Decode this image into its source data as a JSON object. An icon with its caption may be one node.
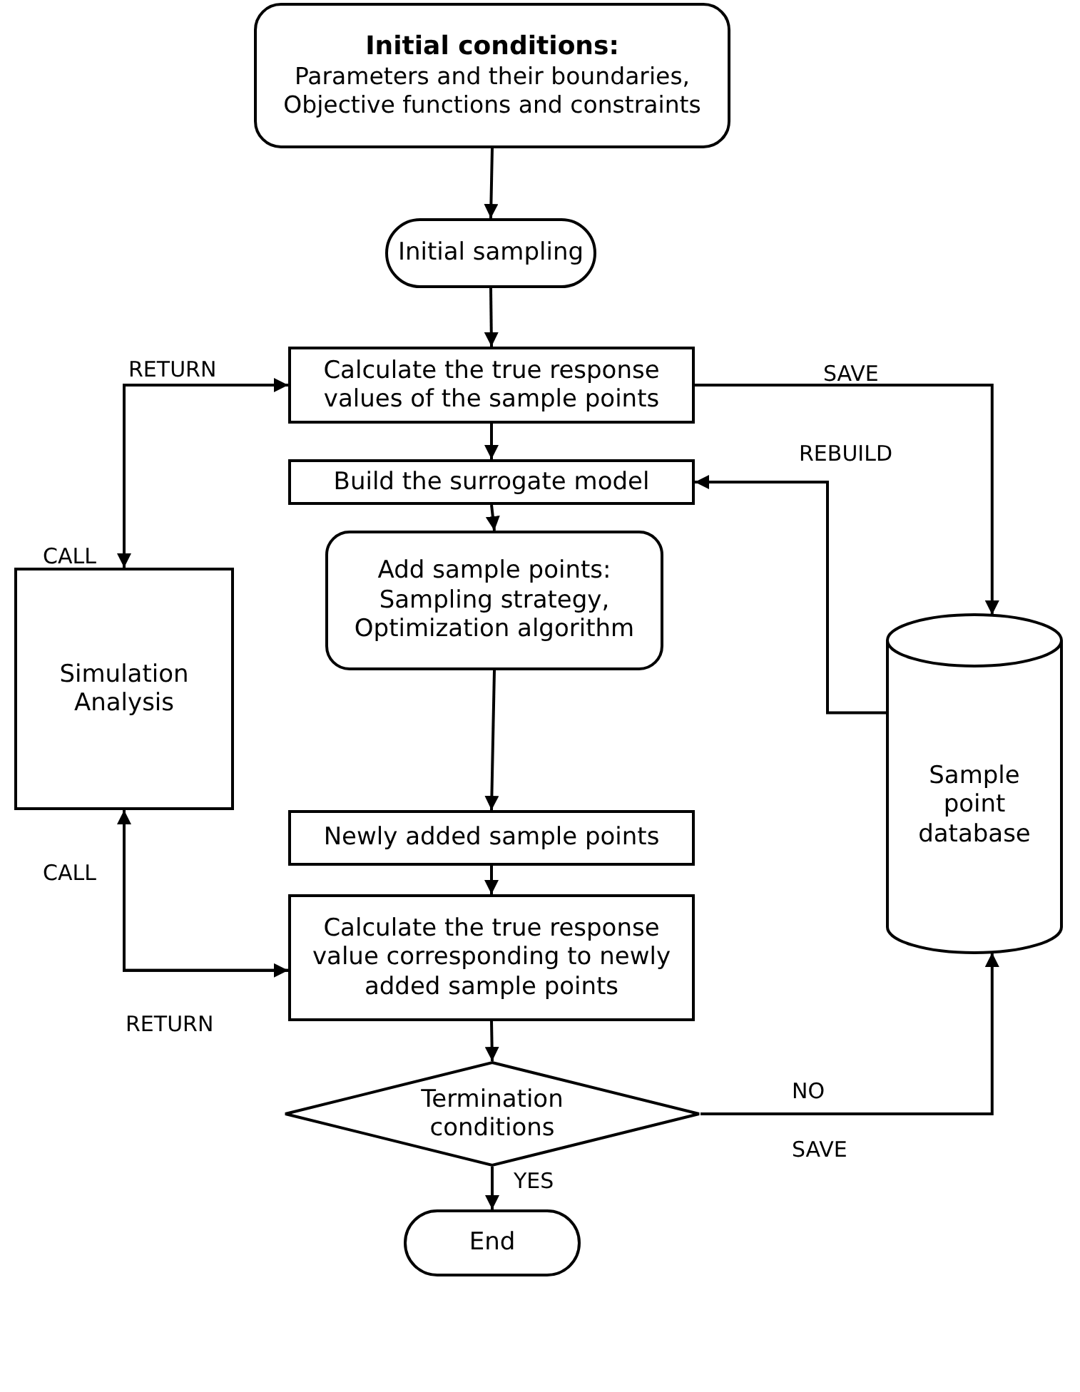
{
  "diagram": {
    "nodes": [
      {
        "text": [
          "Initial conditions:",
          "Parameters and their boundaries, Objective functions and constraints"
        ]
      },
      {
        "text": [
          "Initial sampling"
        ]
      },
      {
        "text": [
          "Calculate the true response values of the sample points"
        ]
      },
      {
        "text": [
          "Build the surrogate model"
        ]
      },
      {
        "text": [
          "Add sample points:",
          "Sampling strategy, Optimization algorithm"
        ]
      },
      {
        "text": [
          "Newly added sample points"
        ]
      },
      {
        "text": [
          "Calculate the true response value corresponding to newly added sample points"
        ]
      },
      {
        "text": [
          "Termination conditions"
        ]
      },
      {
        "text": [
          "End"
        ]
      },
      {
        "text": [
          "Simulation Analysis"
        ]
      },
      {
        "text": [
          "Sample point database"
        ]
      }
    ],
    "edges": [
      {
        "from": 0,
        "to": 1,
        "arrow": "to"
      },
      {
        "from": 1,
        "to": 2,
        "arrow": "to"
      },
      {
        "from": 2,
        "to": 3,
        "arrow": "to"
      },
      {
        "from": 3,
        "to": 4,
        "arrow": "to"
      },
      {
        "from": 4,
        "to": 5,
        "arrow": "to"
      },
      {
        "from": 5,
        "to": 6,
        "arrow": "to"
      },
      {
        "from": 6,
        "to": 7,
        "arrow": "to"
      },
      {
        "from": 7,
        "to": 8,
        "label": "YES",
        "arrow": "to"
      },
      {
        "from": 2,
        "to": 10,
        "label": "SAVE",
        "arrow": "to"
      },
      {
        "from": 10,
        "to": 3,
        "label": "REBUILD",
        "arrow": "to"
      },
      {
        "from": 2,
        "to": 9,
        "label": "CALL",
        "arrow": "to"
      },
      {
        "from": 9,
        "to": 2,
        "label": "RETURN",
        "arrow": "to"
      },
      {
        "from": 6,
        "to": 9,
        "label": "CALL",
        "arrow": "to"
      },
      {
        "from": 9,
        "to": 6,
        "label": "RETURN",
        "arrow": "to"
      },
      {
        "from": 7,
        "to": 10,
        "label": "NO",
        "arrow": "to"
      }
    ],
    "labels": [
      "SAVE"
    ]
  }
}
